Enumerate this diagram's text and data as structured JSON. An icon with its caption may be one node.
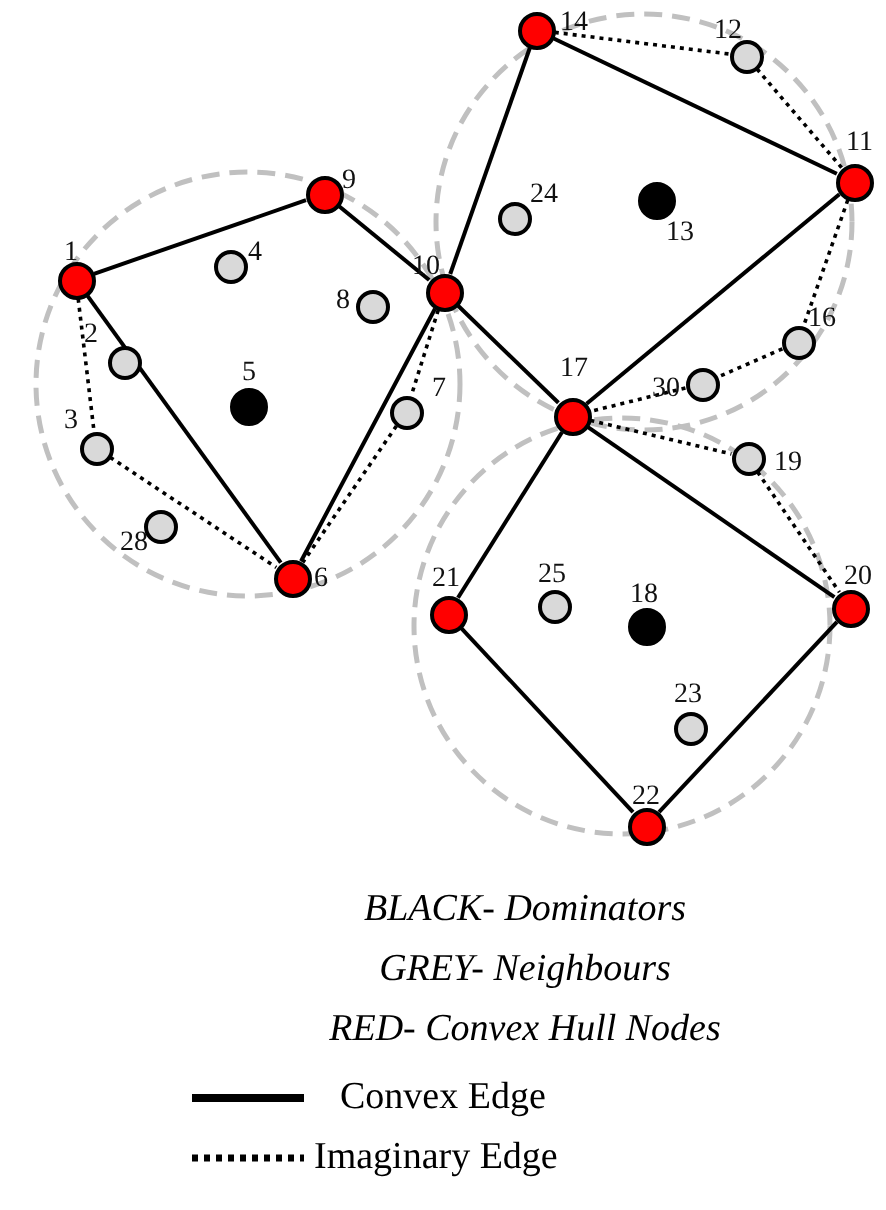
{
  "diagram": {
    "nodes": [
      {
        "text": [],
        "shape": "circle",
        "beside": [
          "1"
        ]
      },
      {
        "text": [],
        "shape": "circle",
        "beside": [
          "2"
        ]
      },
      {
        "text": [],
        "shape": "circle",
        "beside": [
          "3"
        ]
      },
      {
        "text": [],
        "shape": "circle",
        "beside": [
          "4"
        ]
      },
      {
        "text": [],
        "shape": "circle",
        "beside": [
          "5"
        ]
      },
      {
        "text": [],
        "shape": "circle",
        "beside": [
          "6"
        ]
      },
      {
        "text": [],
        "shape": "circle",
        "beside": [
          "7"
        ]
      },
      {
        "text": [],
        "shape": "circle",
        "beside": [
          "8"
        ]
      },
      {
        "text": [],
        "shape": "circle",
        "beside": [
          "9"
        ]
      },
      {
        "text": [],
        "shape": "circle",
        "beside": [
          "10"
        ]
      },
      {
        "text": [],
        "shape": "circle",
        "beside": [
          "11"
        ]
      },
      {
        "text": [],
        "shape": "circle",
        "beside": [
          "12"
        ]
      },
      {
        "text": [],
        "shape": "circle",
        "beside": [
          "13"
        ]
      },
      {
        "text": [],
        "shape": "circle",
        "beside": [
          "14"
        ]
      },
      {
        "text": [],
        "shape": "circle",
        "beside": [
          "16"
        ]
      },
      {
        "text": [],
        "shape": "circle",
        "beside": [
          "17"
        ]
      },
      {
        "text": [],
        "shape": "circle",
        "beside": [
          "18"
        ]
      },
      {
        "text": [],
        "shape": "circle",
        "beside": [
          "19"
        ]
      },
      {
        "text": [],
        "shape": "circle",
        "beside": [
          "20"
        ]
      },
      {
        "text": [],
        "shape": "circle",
        "beside": [
          "21"
        ]
      },
      {
        "text": [],
        "shape": "circle",
        "beside": [
          "22"
        ]
      },
      {
        "text": [],
        "shape": "circle",
        "beside": [
          "23"
        ]
      },
      {
        "text": [],
        "shape": "circle",
        "beside": [
          "24"
        ]
      },
      {
        "text": [],
        "shape": "circle",
        "beside": [
          "25"
        ]
      },
      {
        "text": [],
        "shape": "circle",
        "beside": [
          "28"
        ]
      },
      {
        "text": [],
        "shape": "circle",
        "beside": [
          "30"
        ]
      }
    ],
    "edges": [
      {
        "from": 0,
        "to": 8,
        "arrow": "none"
      },
      {
        "from": 8,
        "to": 9,
        "arrow": "none"
      },
      {
        "from": 9,
        "to": 5,
        "arrow": "none"
      },
      {
        "from": 5,
        "to": 0,
        "arrow": "none"
      },
      {
        "from": 0,
        "to": 2,
        "arrow": "none",
        "style": "dashed"
      },
      {
        "from": 2,
        "to": 5,
        "arrow": "none",
        "style": "dashed"
      },
      {
        "from": 9,
        "to": 6,
        "arrow": "none",
        "style": "dashed"
      },
      {
        "from": 6,
        "to": 5,
        "arrow": "none",
        "style": "dashed"
      },
      {
        "from": 9,
        "to": 13,
        "arrow": "none"
      },
      {
        "from": 13,
        "to": 10,
        "arrow": "none"
      },
      {
        "from": 10,
        "to": 15,
        "arrow": "none"
      },
      {
        "from": 15,
        "to": 9,
        "arrow": "none"
      },
      {
        "from": 13,
        "to": 11,
        "arrow": "none",
        "style": "dashed"
      },
      {
        "from": 11,
        "to": 10,
        "arrow": "none",
        "style": "dashed"
      },
      {
        "from": 10,
        "to": 14,
        "arrow": "none",
        "style": "dashed"
      },
      {
        "from": 14,
        "to": 25,
        "arrow": "none",
        "style": "dashed"
      },
      {
        "from": 25,
        "to": 15,
        "arrow": "none",
        "style": "dashed"
      },
      {
        "from": 15,
        "to": 19,
        "arrow": "none"
      },
      {
        "from": 19,
        "to": 20,
        "arrow": "none"
      },
      {
        "from": 20,
        "to": 18,
        "arrow": "none"
      },
      {
        "from": 18,
        "to": 15,
        "arrow": "none"
      },
      {
        "from": 15,
        "to": 17,
        "arrow": "none",
        "style": "dashed"
      },
      {
        "from": 17,
        "to": 18,
        "arrow": "none",
        "style": "dashed"
      }
    ],
    "labels": [
      "BLACK- Dominators",
      "GREY- Neighbours",
      "RED- Convex Hull Nodes"
    ],
    "legend": [
      {
        "text": "Convex Edge"
      },
      {
        "text": "Imaginary Edge"
      }
    ]
  }
}
